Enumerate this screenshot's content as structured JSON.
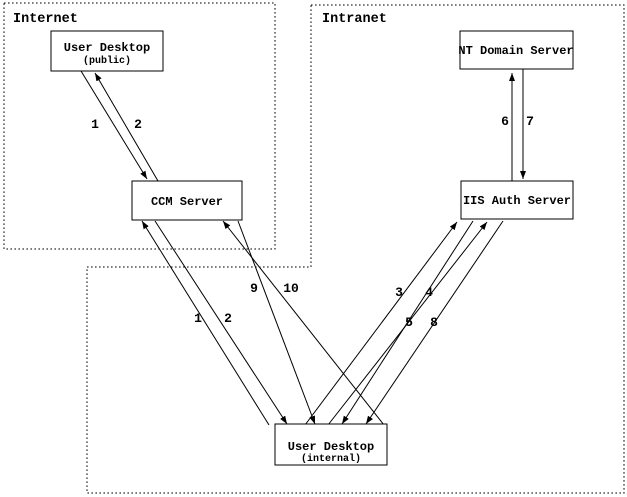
{
  "diagram": {
    "regions": {
      "internet": "Internet",
      "intranet": "Intranet"
    },
    "nodes": {
      "user_desktop_public": {
        "title": "User Desktop",
        "subtitle": "(public)"
      },
      "ccm_server": {
        "title": "CCM Server"
      },
      "nt_domain_server": {
        "title": "NT Domain Server"
      },
      "iis_auth_server": {
        "title": "IIS Auth Server"
      },
      "user_desktop_internal": {
        "title": "User Desktop",
        "subtitle": "(internal)"
      }
    },
    "flow_labels": {
      "f1_public": "1",
      "f2_public": "2",
      "f1_internal": "1",
      "f2_internal": "2",
      "f3": "3",
      "f4": "4",
      "f5": "5",
      "f6": "6",
      "f7": "7",
      "f8": "8",
      "f9": "9",
      "f10": "10"
    },
    "colors": {
      "ink": "#000000",
      "background": "#ffffff"
    }
  }
}
